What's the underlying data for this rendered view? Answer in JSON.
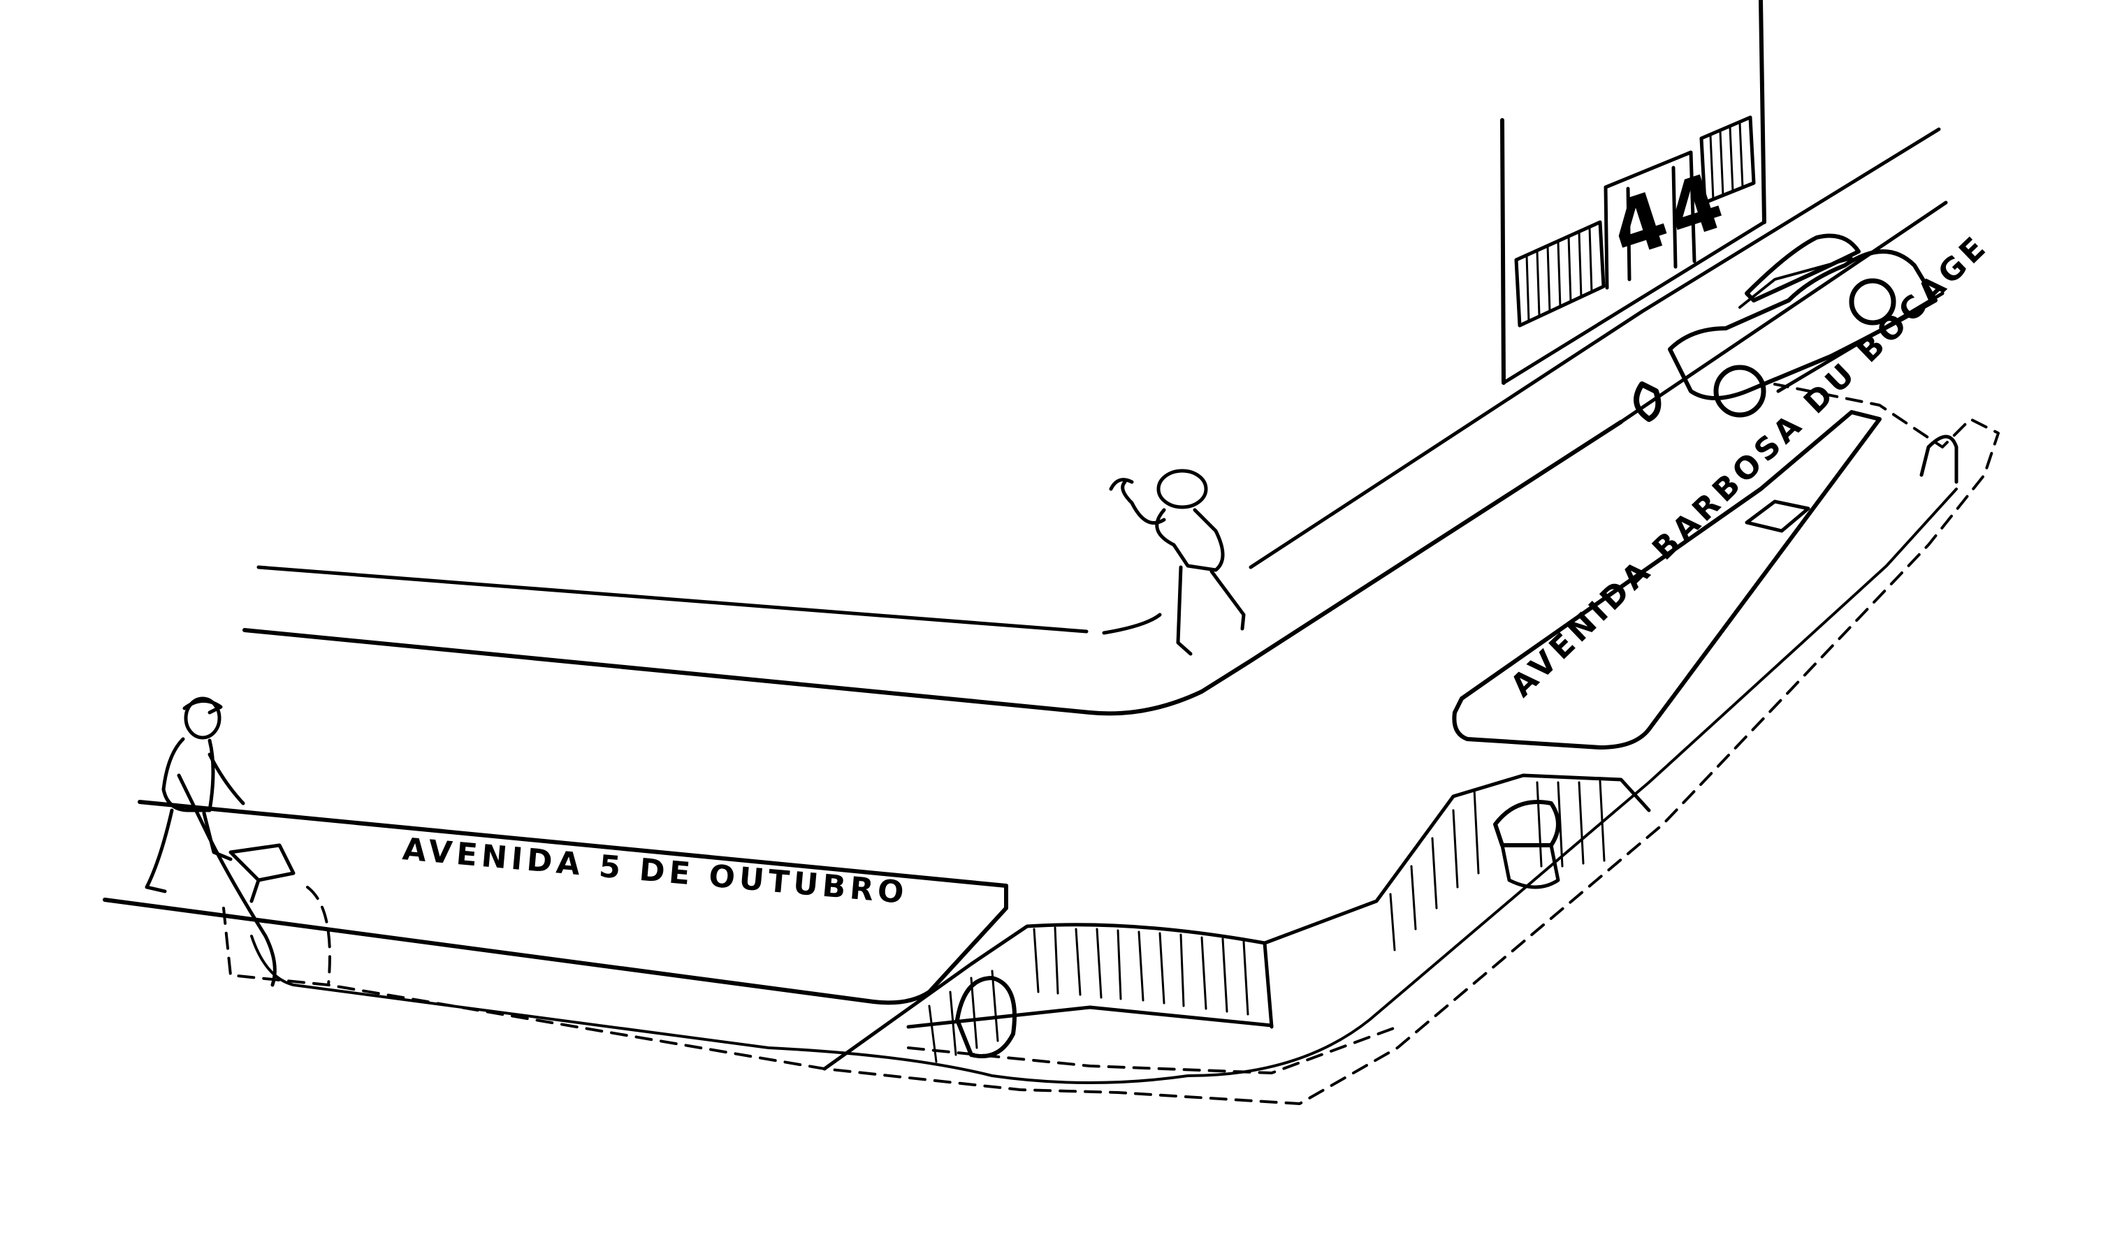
{
  "streets": {
    "avenida_5_outubro": "AVENIDA 5 DE OUTUBRO",
    "avenida_barbosa_bocage": "AVENIDA BARBOSA DU BOCAGE"
  },
  "building": {
    "door_number": "44"
  },
  "colors": {
    "ink": "#000000",
    "paper": "#ffffff"
  }
}
